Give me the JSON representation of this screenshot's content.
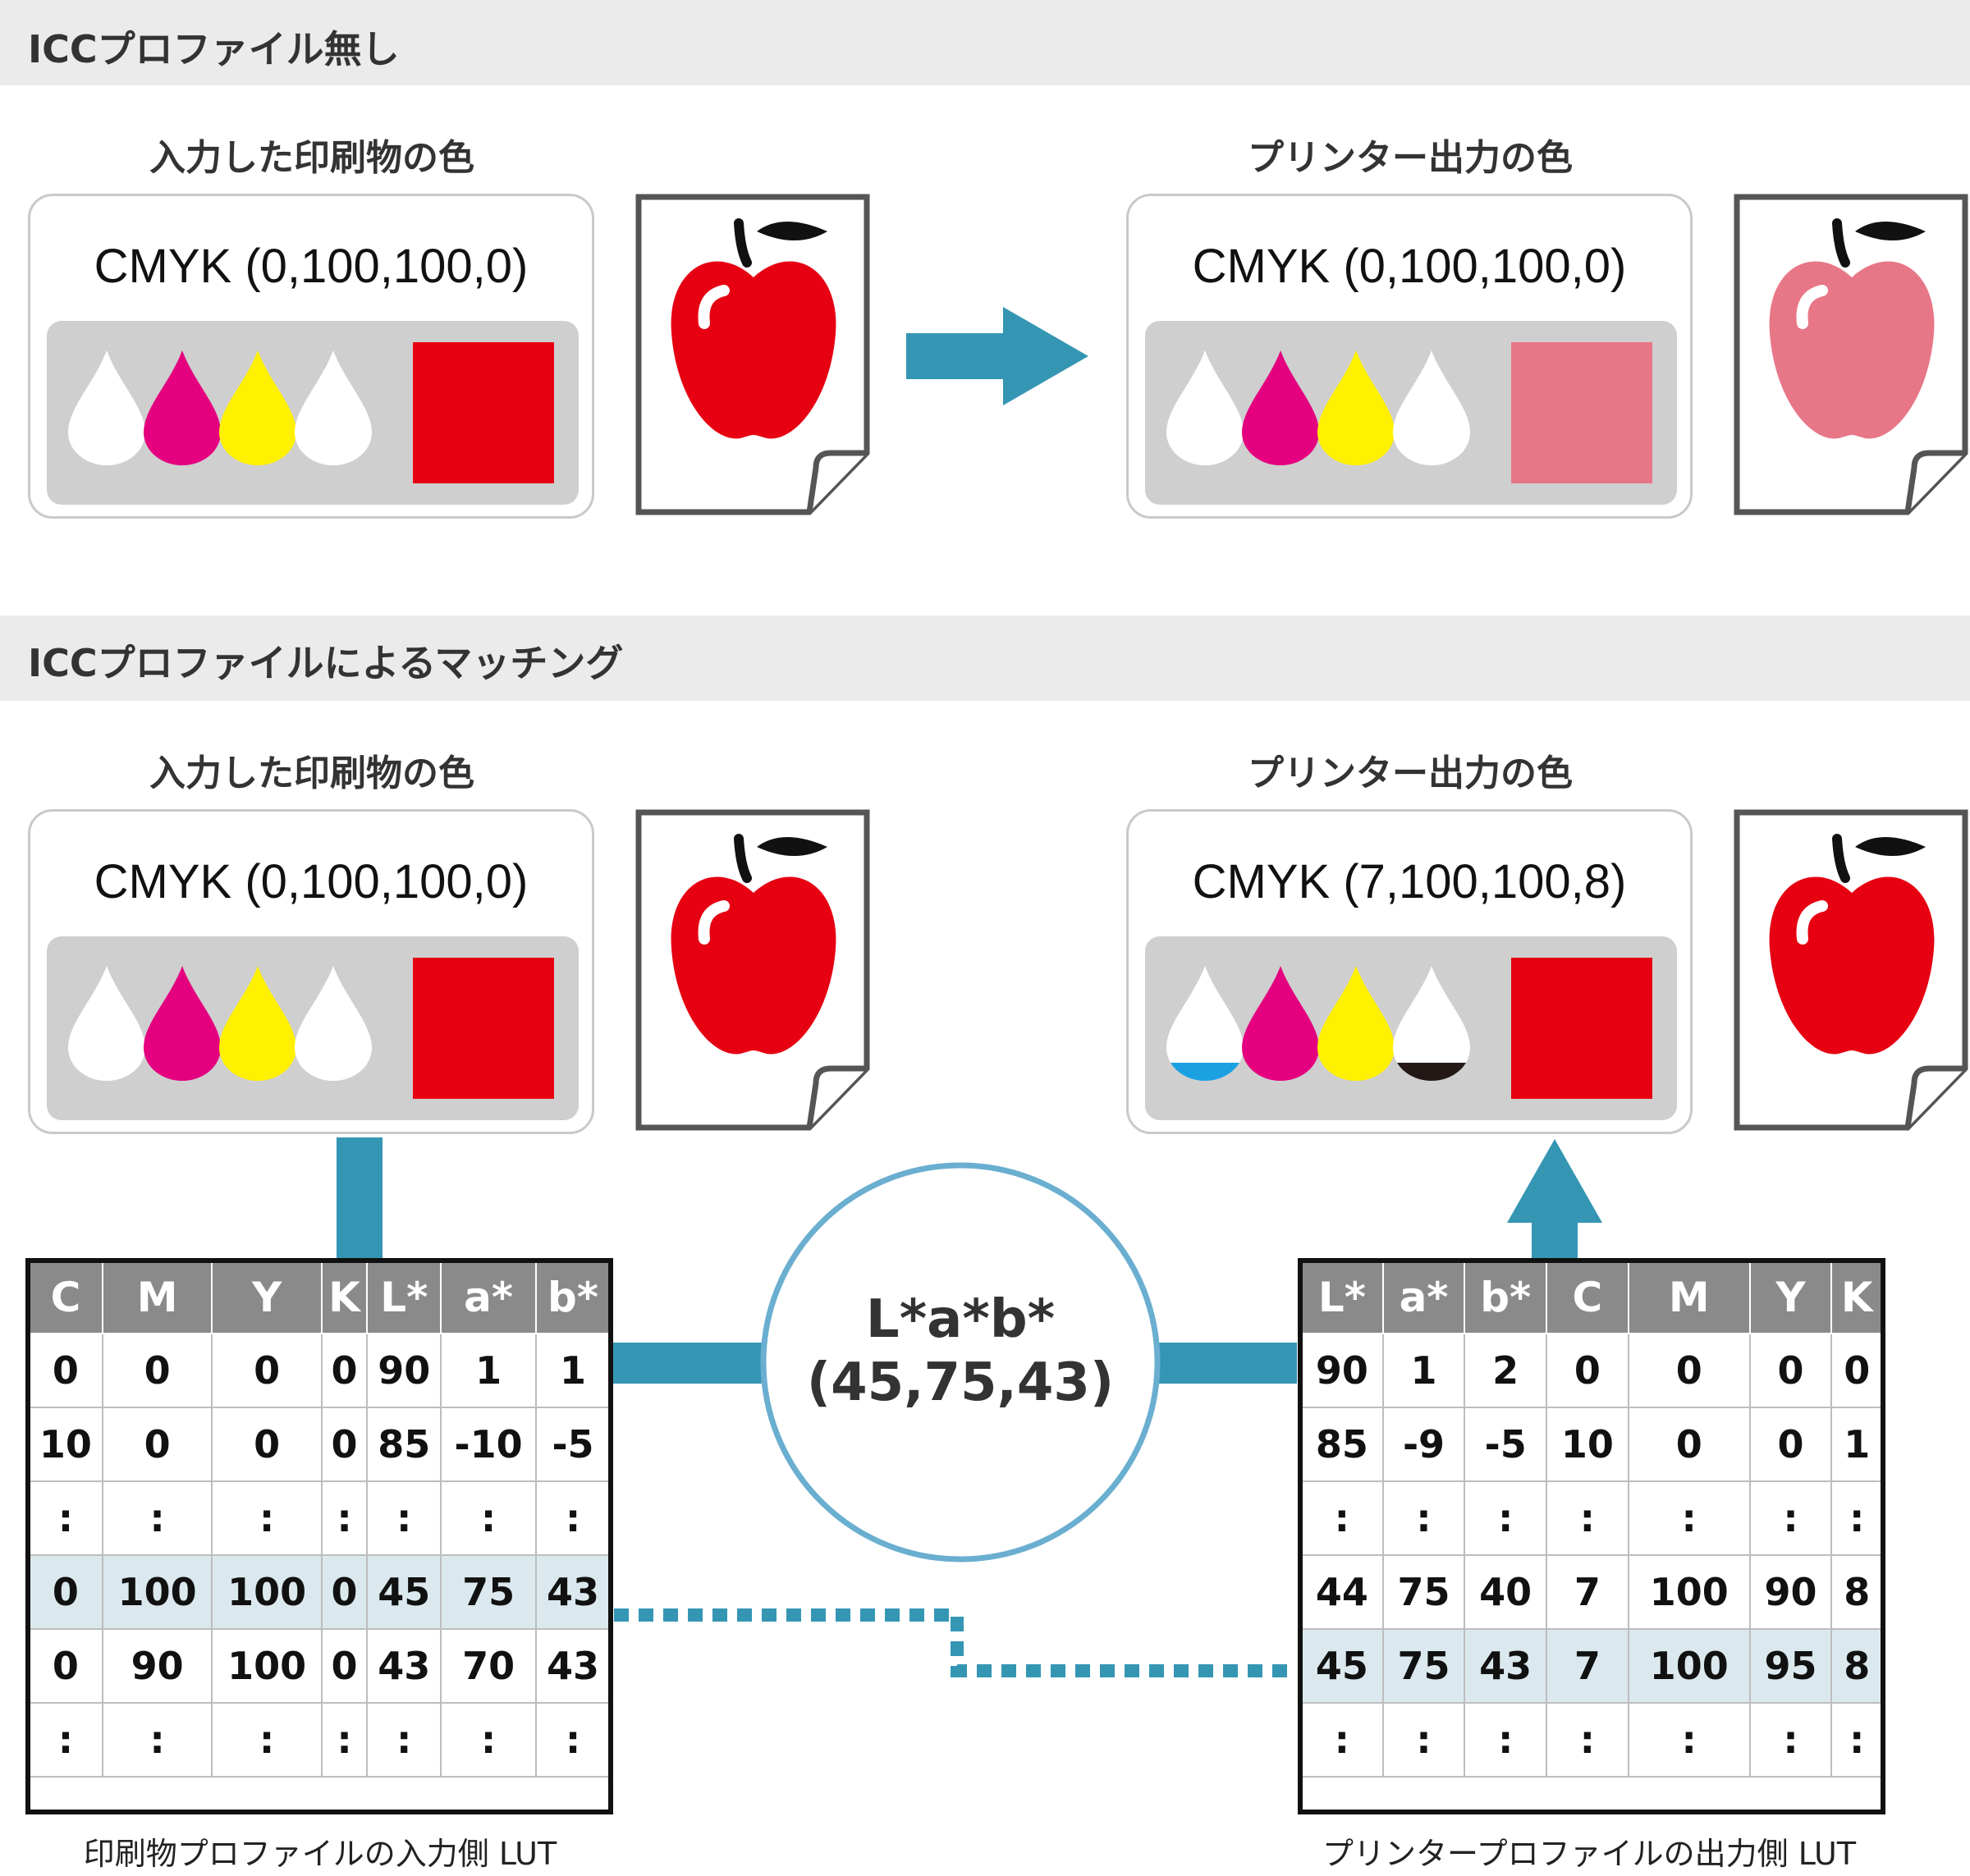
{
  "section1": {
    "title": "ICCプロファイル無し",
    "input_label": "入力した印刷物の色",
    "output_label": "プリンター出力の色",
    "input_cmyk": "CMYK (0,100,100,0)",
    "output_cmyk": "CMYK (0,100,100,0)",
    "input_swatch_color": "#e60012",
    "output_swatch_color": "#e77787"
  },
  "section2": {
    "title": "ICCプロファイルによるマッチング",
    "input_label": "入力した印刷物の色",
    "output_label": "プリンター出力の色",
    "input_cmyk": "CMYK (0,100,100,0)",
    "output_cmyk": "CMYK (7,100,100,8)",
    "input_swatch_color": "#e60012",
    "output_swatch_color": "#e60012"
  },
  "lab": {
    "line1": "L*a*b*",
    "line2": "(45,75,43)"
  },
  "input_lut": {
    "caption": "印刷物プロファイルの入力側 LUT",
    "headers": [
      "C",
      "M",
      "Y",
      "K",
      "L*",
      "a*",
      "b*"
    ],
    "rows": [
      [
        "0",
        "0",
        "0",
        "0",
        "90",
        "1",
        "1"
      ],
      [
        "10",
        "0",
        "0",
        "0",
        "85",
        "-10",
        "-5"
      ],
      [
        ":",
        ":",
        ":",
        ":",
        ":",
        ":",
        ":"
      ],
      [
        "0",
        "100",
        "100",
        "0",
        "45",
        "75",
        "43"
      ],
      [
        "0",
        "90",
        "100",
        "0",
        "43",
        "70",
        "43"
      ],
      [
        ":",
        ":",
        ":",
        ":",
        ":",
        ":",
        ":"
      ]
    ],
    "highlight_row": 3
  },
  "output_lut": {
    "caption": "プリンタープロファイルの出力側 LUT",
    "headers": [
      "L*",
      "a*",
      "b*",
      "C",
      "M",
      "Y",
      "K"
    ],
    "rows": [
      [
        "90",
        "1",
        "2",
        "0",
        "0",
        "0",
        "0"
      ],
      [
        "85",
        "-9",
        "-5",
        "10",
        "0",
        "0",
        "1"
      ],
      [
        ":",
        ":",
        ":",
        ":",
        ":",
        ":",
        ":"
      ],
      [
        "44",
        "75",
        "40",
        "7",
        "100",
        "90",
        "8"
      ],
      [
        "45",
        "75",
        "43",
        "7",
        "100",
        "95",
        "8"
      ],
      [
        ":",
        ":",
        ":",
        ":",
        ":",
        ":",
        ":"
      ]
    ],
    "highlight_row": 4
  },
  "colors": {
    "accent": "#3596b4",
    "circle_border": "#6aaed0",
    "magenta": "#e4007f",
    "yellow": "#fff100",
    "apple_red": "#e60012",
    "apple_pink": "#e77787",
    "cyan_ink": "#1ba1e2",
    "black_ink": "#231815"
  }
}
